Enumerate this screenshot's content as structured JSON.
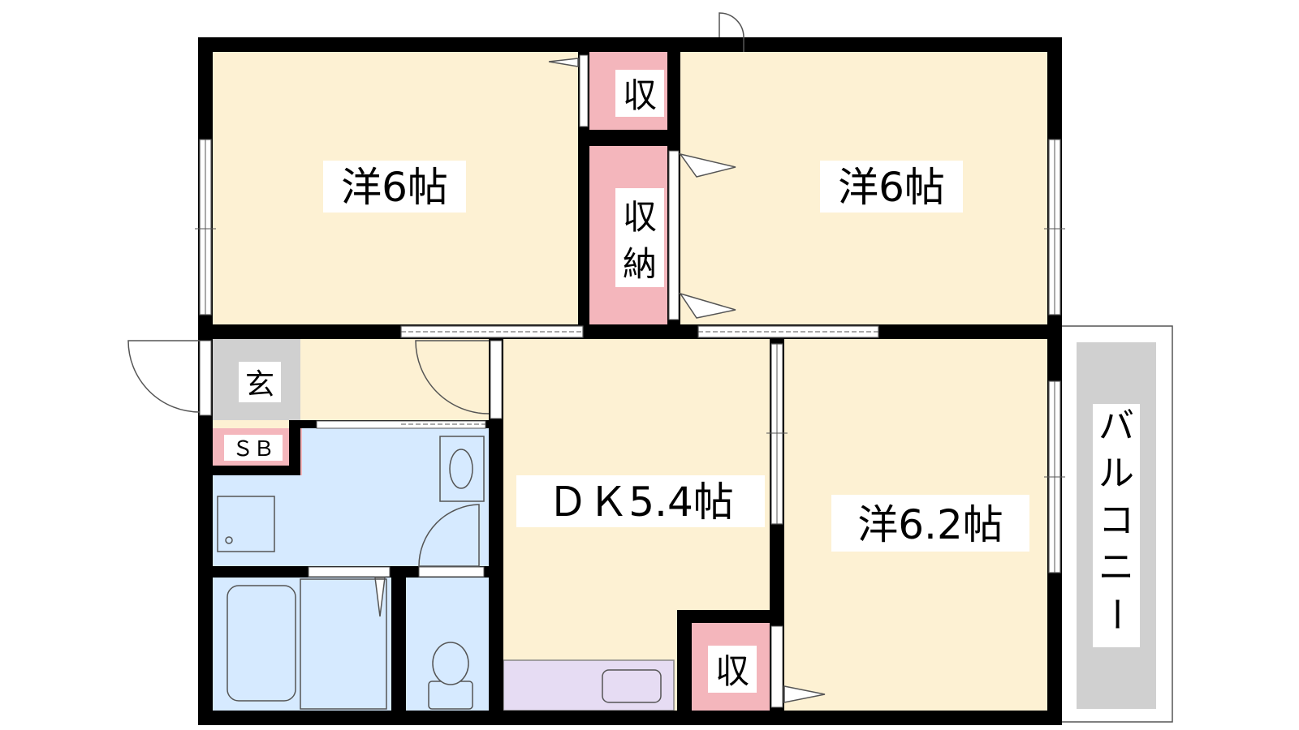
{
  "rooms": {
    "western_room_top_left": "洋6帖",
    "western_room_top_right": "洋6帖",
    "western_room_bottom_right": "洋6.2帖",
    "dining_kitchen": "ＤＫ5.4帖",
    "closet_small_top": "収",
    "closet_storage_line1": "収",
    "closet_storage_line2": "納",
    "closet_small_bottom": "収",
    "entrance": "玄",
    "shoe_box": "ＳＢ"
  },
  "balcony": {
    "chars": [
      "バ",
      "ル",
      "コ",
      "ニ",
      "ー"
    ]
  },
  "colors": {
    "room_fill": "#fdf1d3",
    "closet_fill": "#f4b6bc",
    "entrance_fill": "#d0d0d0",
    "wet_area_fill": "#d6eaff",
    "kitchen_fill": "#e6dcf3",
    "balcony_fill": "#d0d0d0",
    "wall": "#000000"
  }
}
